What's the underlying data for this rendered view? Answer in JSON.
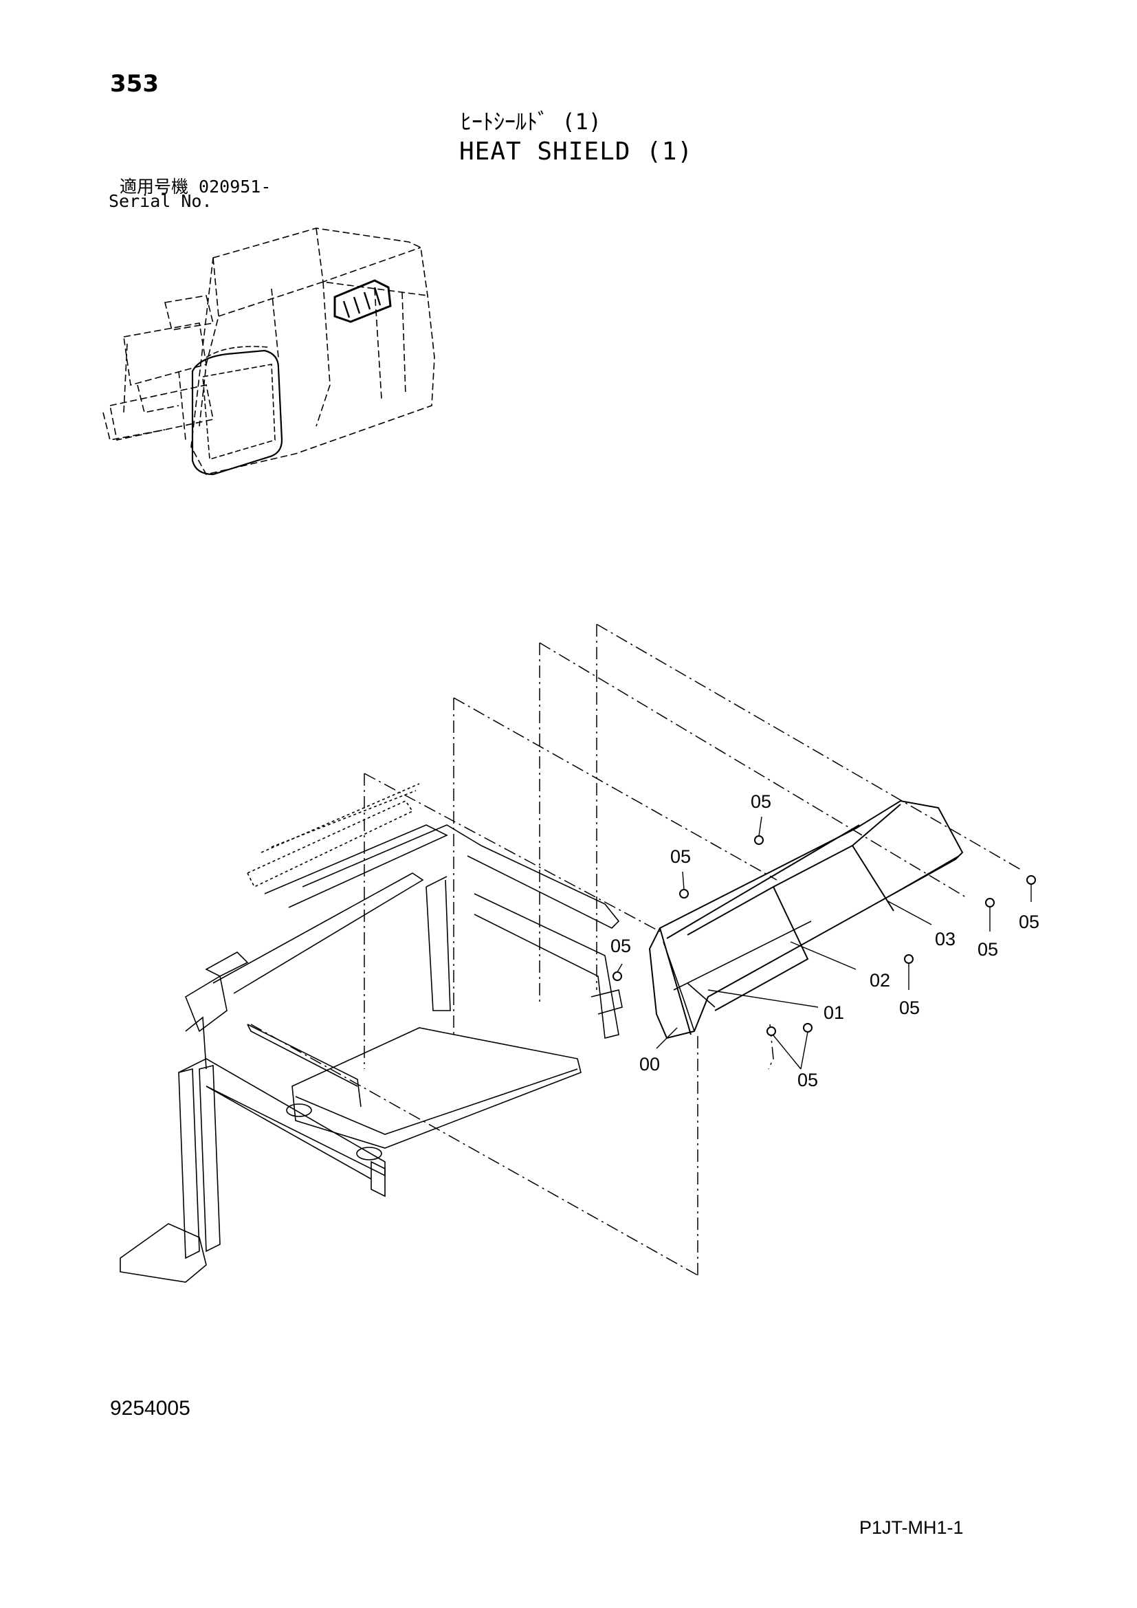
{
  "header": {
    "page_number": "353",
    "title_jp": "ﾋｰﾄｼｰﾙﾄﾞ (1)",
    "title_en": "HEAT SHIELD (1)",
    "serial_jp": "適用号機 020951-",
    "serial_en": "Serial No."
  },
  "callouts": {
    "c00": "00",
    "c01": "01",
    "c02": "02",
    "c03": "03",
    "c05_a": "05",
    "c05_b": "05",
    "c05_c": "05",
    "c05_d": "05",
    "c05_e": "05",
    "c05_f": "05",
    "c05_g": "05"
  },
  "footer": {
    "doc_id": "9254005",
    "page_code": "P1JT-MH1-1"
  }
}
